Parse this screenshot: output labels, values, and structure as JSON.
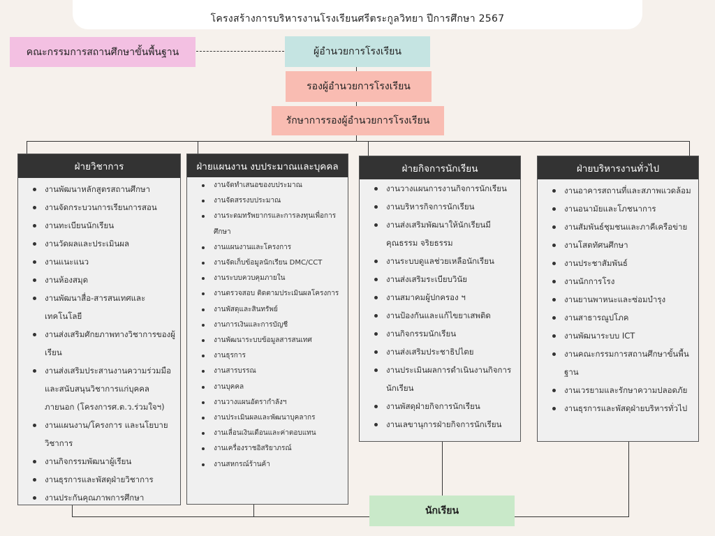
{
  "title": "โครงสร้างการบริหารงานโรงเรียนศรีตระกูลวิทยา  ปีการศึกษา 2567",
  "committee": "คณะกรรมการสถานศึกษาขั้นพื้นฐาน",
  "director": "ผู้อำนวยการโรงเรียน",
  "deputy": "รองผู้อำนวยการโรงเรียน",
  "acting_deputy": "รักษาการรองผู้อำนวยการโรงเรียน",
  "students": "นักเรียน",
  "departments": [
    {
      "title": "ฝ่ายวิชาการ",
      "items": [
        "งานพัฒนาหลักสูตรสถานศึกษา",
        "งานจัดกระบวนการเรียนการสอน",
        "งานทะเบียนนักเรียน",
        "งานวัดผลและประเมินผล",
        "งานแนะแนว",
        "งานห้องสมุด",
        "งานพัฒนาสื่อ-สารสนเทศและเทคโนโลยี",
        "งานส่งเสริมศักยภาพทางวิชาการของผู้เรียน",
        "งานส่งเสริมประสานงานความร่วมมือและสนับสนุนวิชาการแก่บุคคลภายนอก (โครงการศ.ต.ว.ร่วมใจฯ)",
        "งานแผนงาน/โครงการ และนโยบายวิชาการ",
        "งานกิจกรรมพัฒนาผู้เรียน",
        "งานธุรการและพัสดุฝ่ายวิชาการ",
        "งานประกันคุณภาพการศึกษา"
      ]
    },
    {
      "title": "ฝ่ายแผนงาน งบประมาณและบุคคล",
      "items": [
        "งานจัดทำเสนอของบประมาณ",
        "งานจัดสรรงบประมาณ",
        "งานระดมทรัพยากรและการลงทุนเพื่อการศึกษา",
        "งานแผนงานและโครงการ",
        "งานจัดเก็บข้อมูลนักเรียน DMC/CCT",
        "งานระบบควบคุมภายใน",
        "งานตรวจสอบ ติดตามประเมินผลโครงการ",
        "งานพัสดุและสินทรัพย์",
        "งานการเงินและการบัญชี",
        "งานพัฒนาระบบข้อมูลสารสนเทศ",
        "งานธุรการ",
        "งานสารบรรณ",
        "งานบุคคล",
        "งานวางแผนอัตรากำลังฯ",
        "งานประเมินผลและพัฒนาบุคลากร",
        "งานเลื่อนเงินเดือนและค่าตอบแทน",
        "งานเครื่องราชอิสริยาภรณ์",
        "งานสหกรณ์ร้านค้า"
      ]
    },
    {
      "title": "ฝ่ายกิจการนักเรียน",
      "items": [
        "งานวางแผนการงานกิจการนักเรียน",
        "งานบริหารกิจการนักเรียน",
        "งานส่งเสริมพัฒนาให้นักเรียนมีคุณธรรม จริยธรรม",
        "งานระบบดูแลช่วยเหลือนักเรียน",
        "งานส่งเสริมระเบียบวินัย",
        "งานสมาคมผู้ปกครอง ฯ",
        "งานป้องกันและแก้ไขยาเสพติด",
        "งานกิจกรรมนักเรียน",
        "งานส่งเสริมประชาธิปไตย",
        "งานประเมินผลการดำเนินงานกิจการนักเรียน",
        "งานพัสดุฝ่ายกิจการนักเรียน",
        "งานเลขานุการฝ่ายกิจการนักเรียน"
      ]
    },
    {
      "title": "ฝ่ายบริหารงานทั่วไป",
      "items": [
        "งานอาคารสถานที่และสภาพแวดล้อม",
        "งานอนามัยและโภชนาการ",
        "งานสัมพันธ์ชุมชนและภาคีเครือข่าย",
        "งานโสตทัศนศึกษา",
        "งานประชาสัมพันธ์",
        "งานนักการโรง",
        "งานยานพาหนะและซ่อมบำรุง",
        "งานสาธารณูปโภค",
        "งานพัฒนาระบบ ICT",
        "งานคณะกรรมการสถานศึกษาขั้นพื้นฐาน",
        "งานเวรยามและรักษาความปลอดภัย",
        "งานธุรการและพัสดุฝ่ายบริหารทั่วไป"
      ]
    }
  ]
}
